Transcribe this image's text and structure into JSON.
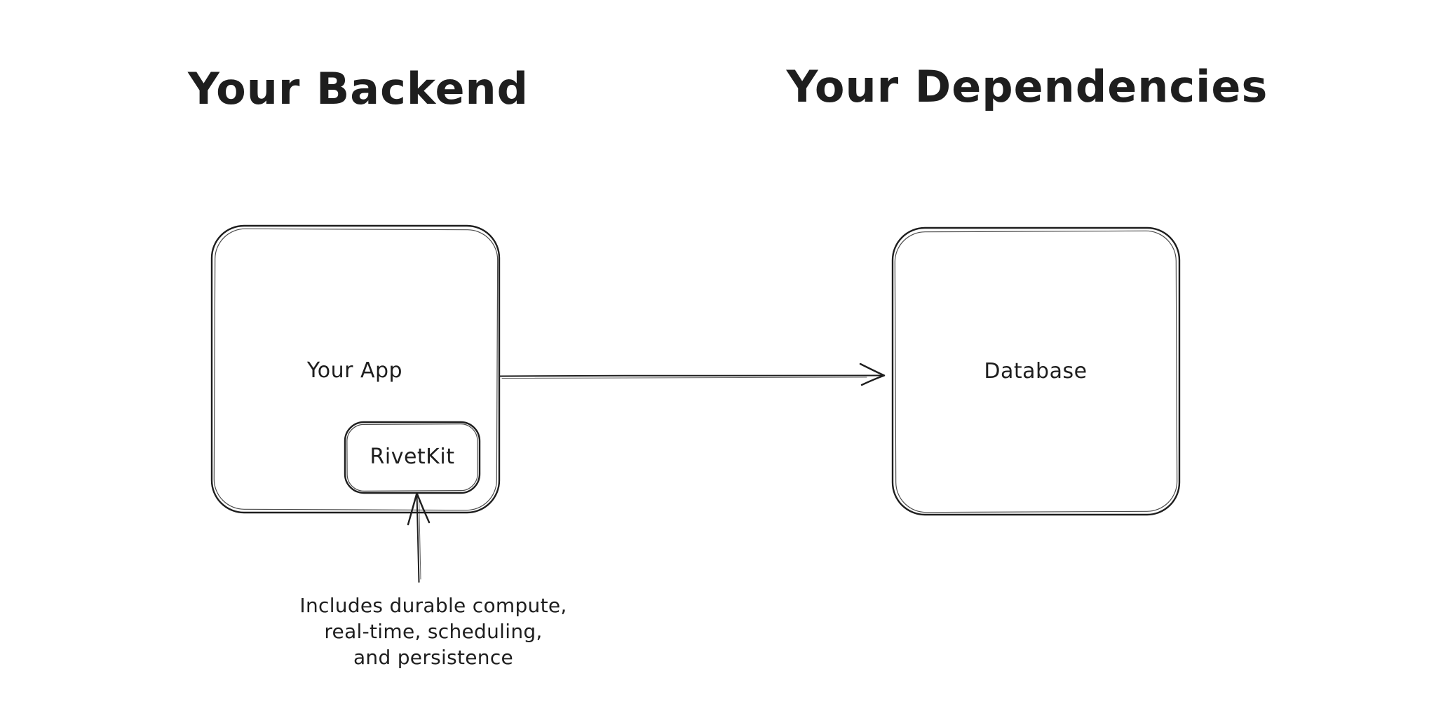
{
  "diagram": {
    "background": "#ffffff",
    "stroke_color": "#1e1e1e",
    "columns": {
      "backend": {
        "title": "Your Backend"
      },
      "dependencies": {
        "title": "Your Dependencies"
      }
    },
    "nodes": {
      "your_app": {
        "label": "Your App"
      },
      "rivetkit": {
        "label": "RivetKit"
      },
      "database": {
        "label": "Database"
      }
    },
    "icons": {
      "app_to_database_arrow": "arrow-right",
      "note_to_rivetkit_arrow": "arrow-up"
    },
    "note": {
      "text": "Includes durable compute,\nreal-time, scheduling,\nand persistence"
    }
  }
}
